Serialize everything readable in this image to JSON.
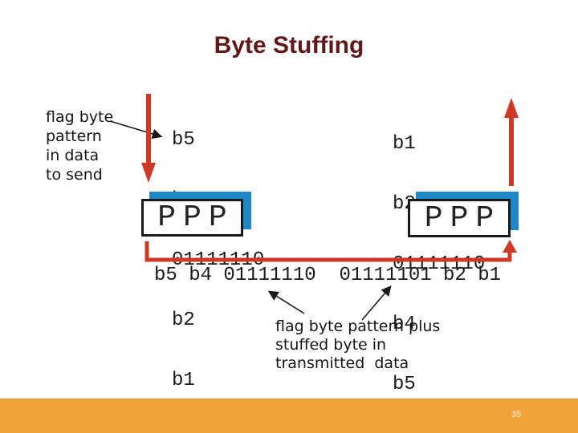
{
  "slide": {
    "title": "Byte Stuffing",
    "page_number": "35"
  },
  "figure": {
    "source_label": {
      "lines": [
        "flag byte",
        "pattern",
        "in data",
        "to send"
      ]
    },
    "sender_stack": [
      "b5",
      "b4",
      "01111110",
      "b2",
      "b1"
    ],
    "receiver_stack": [
      "b1",
      "b2",
      "01111110",
      "b4",
      "b5"
    ],
    "sender_box_label": "PPP",
    "receiver_box_label": "PPP",
    "transmitted_sequence": "b5 b4 01111110  01111101 b2 b1",
    "transmitted_label": {
      "lines": [
        "flag byte pattern plus",
        "stuffed byte in",
        "transmitted  data"
      ]
    }
  },
  "icons": {
    "red_down_arrow": "thick-red-arrow-down",
    "red_up_arrow": "thick-red-arrow-up",
    "transmission_connector": "red-elbow-arrow-left-to-right-up",
    "flag_byte_pointer": "thin-black-arrow",
    "stuffed_label_pointers": "thin-black-arrow"
  },
  "colors": {
    "title": "#611818",
    "arrow_red": "#cf3827",
    "box_shadow_blue": "#1f87c5",
    "footer_bar": "#f2a338",
    "page_number": "#fcf6dc",
    "text": "#1a1a1a"
  }
}
